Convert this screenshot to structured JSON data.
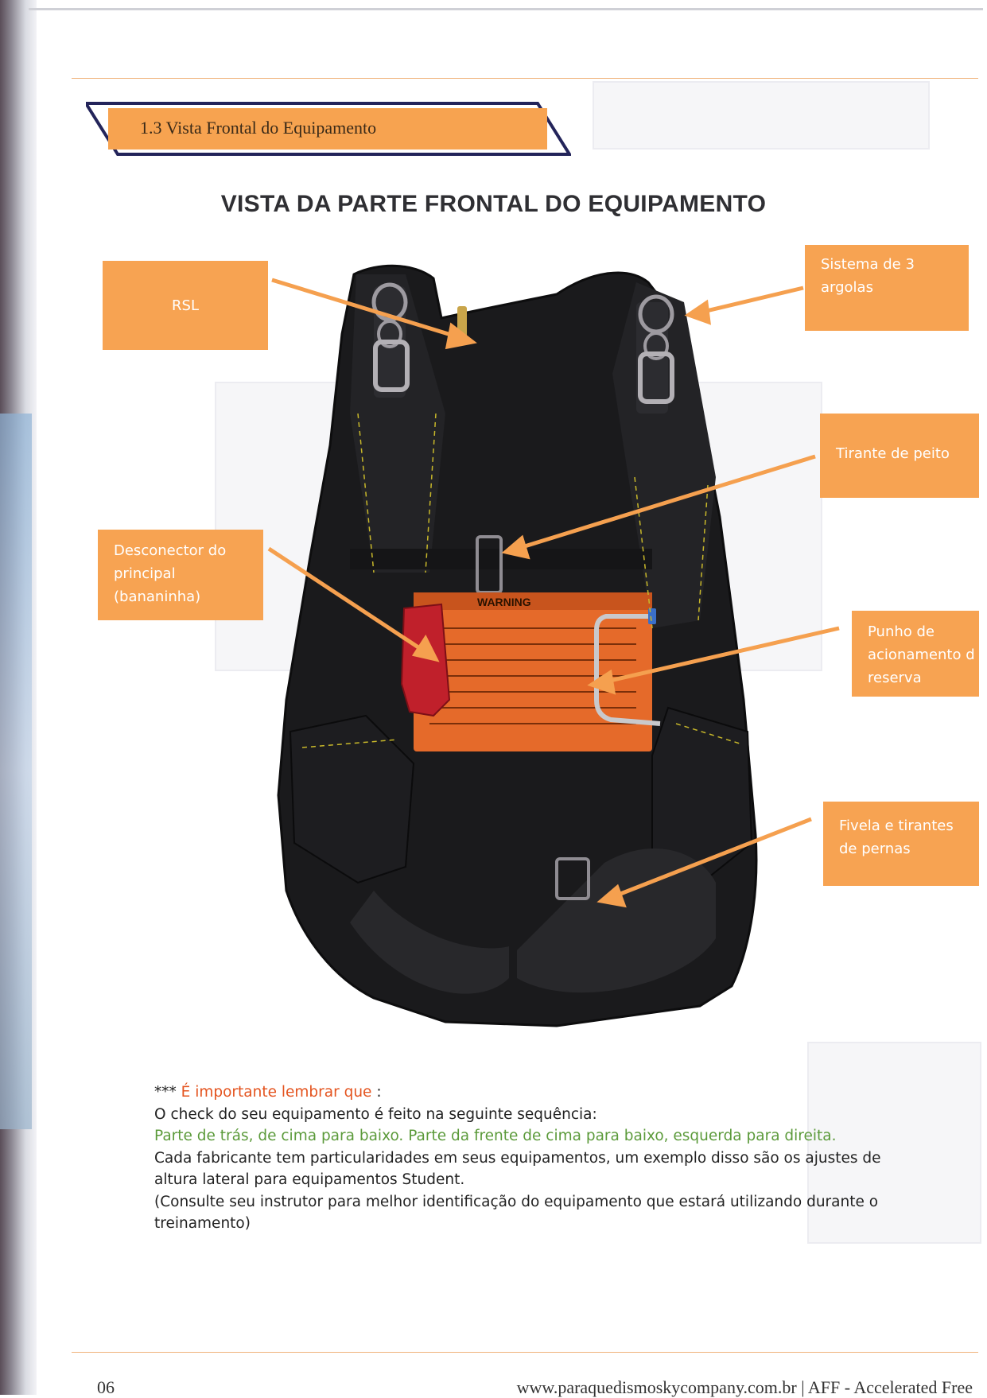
{
  "section": {
    "label": "1.3 Vista Frontal do Equipamento"
  },
  "title": "VISTA DA PARTE FRONTAL DO EQUIPAMENTO",
  "callouts": {
    "rsl": "RSL",
    "three_ring_1": "Sistema de 3",
    "three_ring_2": "argolas",
    "chest_strap": "Tirante de peito",
    "cutaway_1": "Desconector do",
    "cutaway_2": "principal",
    "cutaway_3": "(bananinha)",
    "reserve_1": "Punho de",
    "reserve_2": "acionamento d",
    "reserve_3": "reserva",
    "leg_1": "Fivela e tirantes",
    "leg_2": "de pernas"
  },
  "warning_label": "WARNING",
  "notes": {
    "prefix": "***",
    "important": "É importante lembrar que",
    "colon": ":",
    "line1": "O check do seu equipamento é feito na seguinte sequência:",
    "line2": "Parte de trás, de cima para baixo. Parte da frente de cima para baixo, esquerda para direita.",
    "line3": "Cada fabricante tem particularidades em seus equipamentos, um exemplo disso são os ajustes de",
    "line4": "altura lateral para equipamentos Student.",
    "line5": "(Consulte seu instrutor para melhor identificação do equipamento que estará utilizando durante o",
    "line6": "treinamento)"
  },
  "footer": {
    "page_number": "06",
    "url_text": "www.paraquedismoskycompany.com.br | AFF - Accelerated Free"
  },
  "colors": {
    "callout": "#f7a352",
    "arrow": "#f5a04f",
    "header_orange": "#f7a350",
    "header_navy": "#23245a",
    "important_red": "#e4541f",
    "sequence_green": "#5b9a3a"
  }
}
